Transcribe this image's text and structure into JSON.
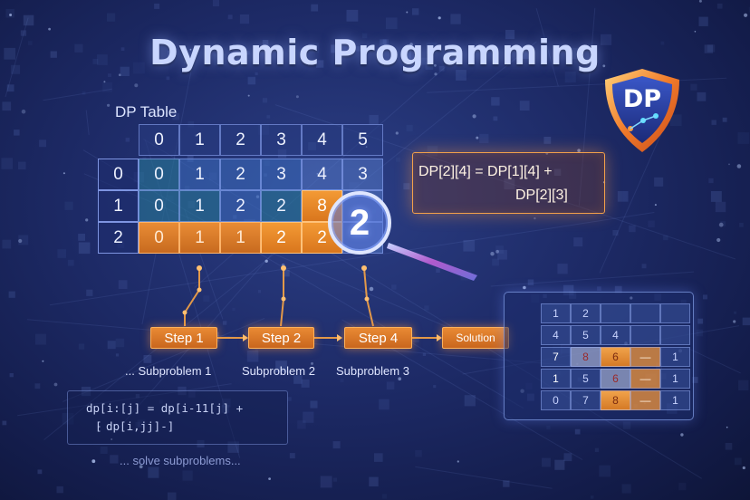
{
  "title": "Dynamic Programming",
  "badge": {
    "text": "DP"
  },
  "dp_table": {
    "label": "DP Table",
    "column_headers": [
      "0",
      "1",
      "2",
      "3",
      "4",
      "5"
    ],
    "row_headers": [
      "0",
      "1",
      "2"
    ],
    "rows": [
      [
        "0",
        "1",
        "2",
        "3",
        "4",
        "3"
      ],
      [
        "0",
        "1",
        "2",
        "2",
        "8",
        ""
      ],
      [
        "0",
        "1",
        "1",
        "2",
        "2",
        ""
      ]
    ]
  },
  "formula": {
    "line1": "DP[2][4] = DP[1][4] +",
    "line2": "DP[2][3]"
  },
  "magnifier": {
    "value": "2"
  },
  "steps": [
    "Step 1",
    "Step 2",
    "Step 4",
    "Solution"
  ],
  "subproblems": [
    "... Subproblem 1",
    "Subproblem 2",
    "Subproblem 3"
  ],
  "code": {
    "line1": "dp[i:[j] = dp[i-11[j] +",
    "line2": "dp[i,jj]-]",
    "line2_prefix": "⁅"
  },
  "solve_text": "... solve subproblems...",
  "mini_table": [
    [
      "1",
      "2",
      "",
      "",
      ""
    ],
    [
      "4",
      "5",
      "4",
      "",
      ""
    ],
    [
      "7",
      "8",
      "6",
      "—",
      "1"
    ],
    [
      "1",
      "5",
      "6",
      "—",
      "1"
    ],
    [
      "0",
      "7",
      "8",
      "—",
      "1"
    ]
  ]
}
